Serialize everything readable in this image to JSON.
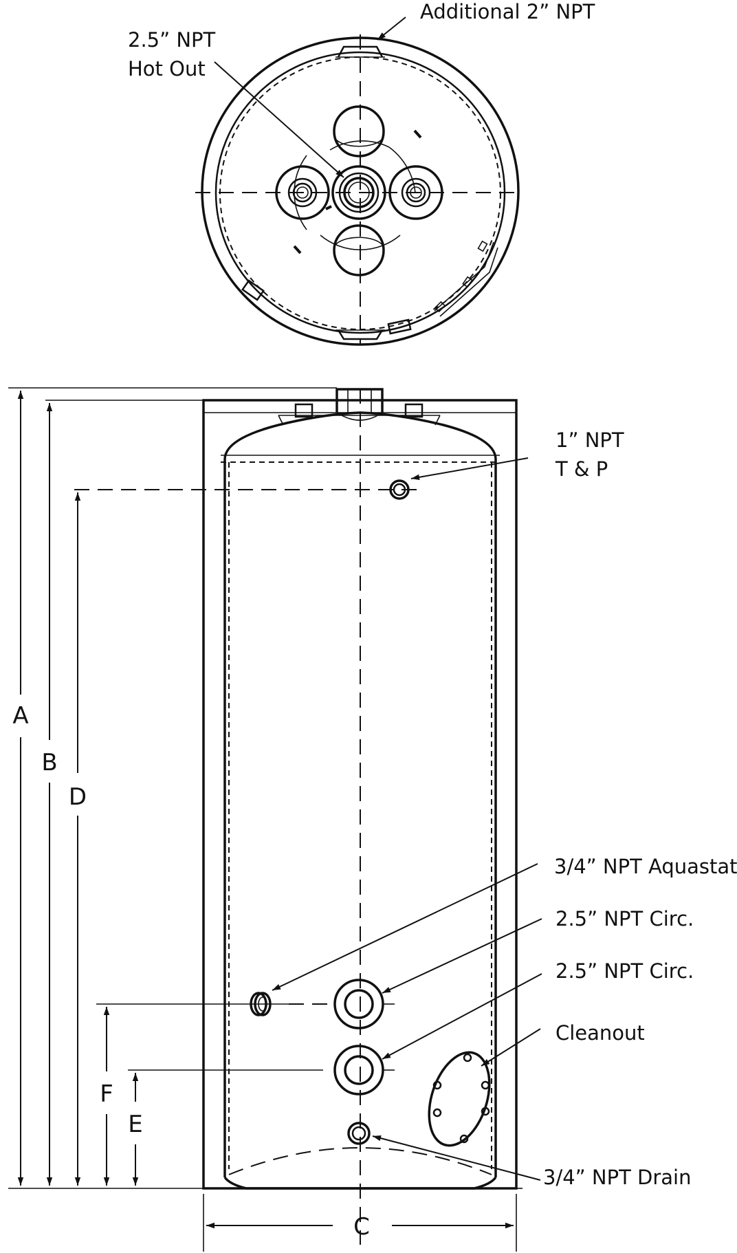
{
  "top_view": {
    "labels": {
      "additional_npt": "Additional 2” NPT",
      "hot_out_line1": "2.5” NPT",
      "hot_out_line2": "Hot Out"
    }
  },
  "side_view": {
    "labels": {
      "tp_line1": "1” NPT",
      "tp_line2": "T & P",
      "aquastat": "3/4” NPT Aquastat",
      "circ_upper": "2.5” NPT Circ.",
      "circ_lower": "2.5” NPT Circ.",
      "cleanout": "Cleanout",
      "drain": "3/4” NPT Drain"
    }
  },
  "dimensions": {
    "a": "A",
    "b": "B",
    "c": "C",
    "d": "D",
    "e": "E",
    "f": "F"
  }
}
